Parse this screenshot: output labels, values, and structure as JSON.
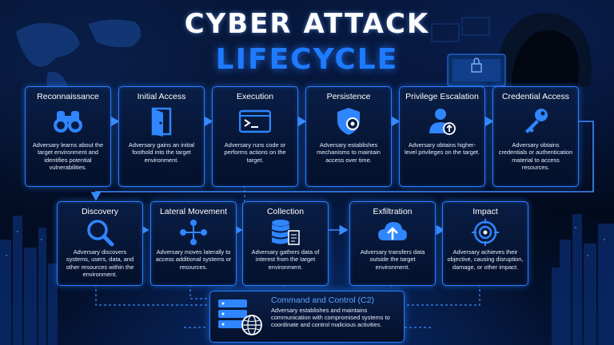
{
  "title": {
    "line1": "CYBER ATTACK",
    "line2": "LIFECYCLE"
  },
  "stages": [
    {
      "title": "Reconnaissance",
      "icon": "binoculars-icon",
      "desc": "Adversary learns about the target environment and identifies potential vulnerabilities."
    },
    {
      "title": "Initial Access",
      "icon": "door-icon",
      "desc": "Adversary gains an initial foothold into the target environment."
    },
    {
      "title": "Execution",
      "icon": "terminal-icon",
      "desc": "Adversary runs code or performs actions on the target."
    },
    {
      "title": "Persistence",
      "icon": "shield-gear-icon",
      "desc": "Adversary establishes mechanisms to maintain access over time."
    },
    {
      "title": "Privilege Escalation",
      "icon": "user-up-icon",
      "desc": "Adversary obtains higher-level privileges on the target."
    },
    {
      "title": "Credential Access",
      "icon": "key-icon",
      "desc": "Adversary obtains credentials or authentication material to access resources."
    },
    {
      "title": "Discovery",
      "icon": "magnifier-icon",
      "desc": "Adversary discovers systems, users, data, and other resources within the environment."
    },
    {
      "title": "Lateral Movement",
      "icon": "network-nodes-icon",
      "desc": "Adversary moves laterally to access additional systems or resources."
    },
    {
      "title": "Collection",
      "icon": "database-icon",
      "desc": "Adversary gathers data of interest from the target environment."
    },
    {
      "title": "Exfiltration",
      "icon": "cloud-upload-icon",
      "desc": "Adversary transfers data outside the target environment."
    },
    {
      "title": "Impact",
      "icon": "target-icon",
      "desc": "Adversary achieves their objective, causing disruption, damage, or other impact."
    }
  ],
  "c2": {
    "title": "Command and Control (C2)",
    "icon": "server-globe-icon",
    "desc": "Adversary establishes and maintains communication with compromised systems to coordinate and control malicious activities."
  },
  "colors": {
    "accent": "#2a7dff",
    "title_blue": "#1e7bff",
    "c2_title": "#58a6ff",
    "background": "#020a1c"
  }
}
